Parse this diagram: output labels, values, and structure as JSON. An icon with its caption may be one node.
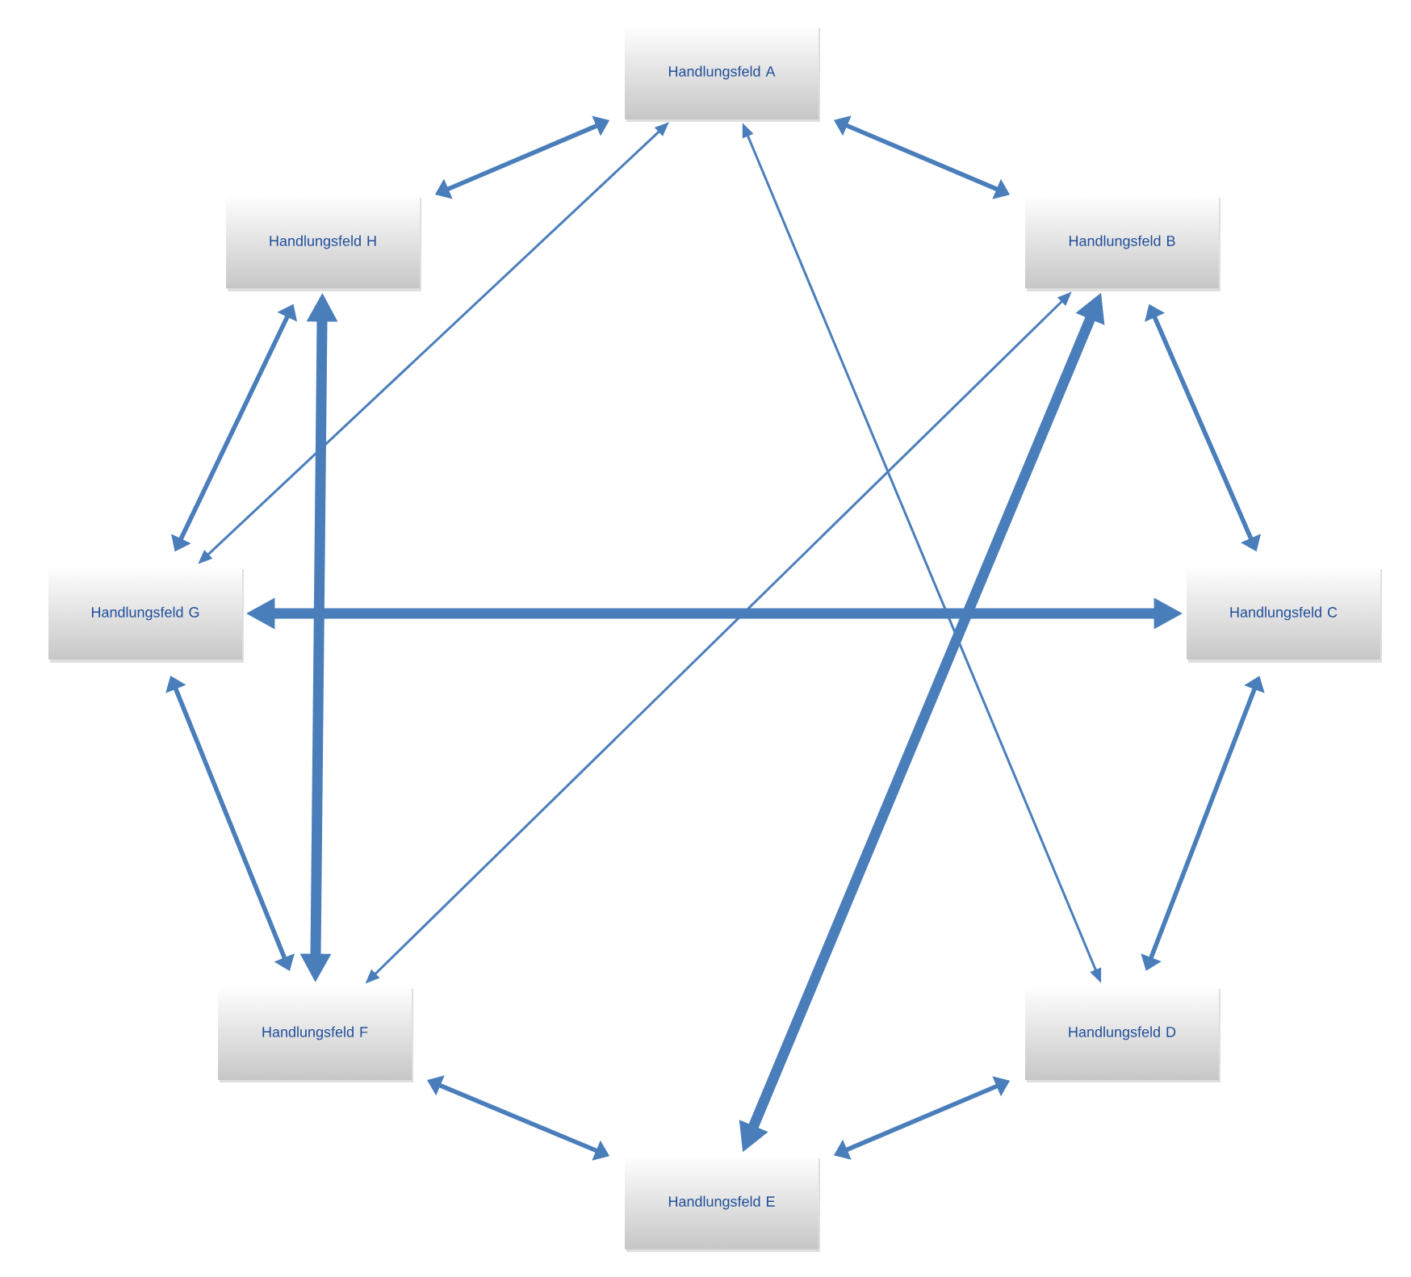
{
  "diagram": {
    "nodes": [
      {
        "text": [
          "Handlungsfeld A"
        ]
      },
      {
        "text": [
          "Handlungsfeld B"
        ]
      },
      {
        "text": [
          "Handlungsfeld C"
        ]
      },
      {
        "text": [
          "Handlungsfeld D"
        ]
      },
      {
        "text": [
          "Handlungsfeld E"
        ]
      },
      {
        "text": [
          "Handlungsfeld F"
        ]
      },
      {
        "text": [
          "Handlungsfeld G"
        ]
      },
      {
        "text": [
          "Handlungsfeld H"
        ]
      }
    ],
    "edges": [
      {
        "from": 0,
        "to": 1,
        "arrow": "both"
      },
      {
        "from": 1,
        "to": 2,
        "arrow": "both"
      },
      {
        "from": 2,
        "to": 3,
        "arrow": "both"
      },
      {
        "from": 3,
        "to": 4,
        "arrow": "both"
      },
      {
        "from": 4,
        "to": 5,
        "arrow": "both"
      },
      {
        "from": 5,
        "to": 6,
        "arrow": "both"
      },
      {
        "from": 6,
        "to": 7,
        "arrow": "both"
      },
      {
        "from": 7,
        "to": 0,
        "arrow": "both"
      },
      {
        "from": 6,
        "to": 2,
        "arrow": "both",
        "style": "thick"
      },
      {
        "from": 7,
        "to": 5,
        "arrow": "both",
        "style": "thick"
      },
      {
        "from": 1,
        "to": 4,
        "arrow": "both",
        "style": "thick"
      },
      {
        "from": 0,
        "to": 3,
        "arrow": "both"
      },
      {
        "from": 6,
        "to": 0,
        "arrow": "both"
      },
      {
        "from": 5,
        "to": 1,
        "arrow": "both"
      }
    ]
  }
}
